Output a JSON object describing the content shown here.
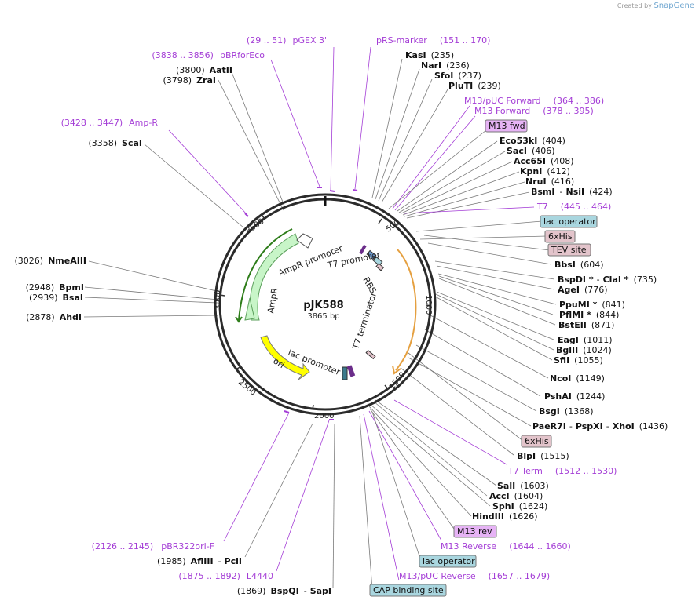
{
  "brand": {
    "prefix": "Created by",
    "name": "SnapGene"
  },
  "plasmid": {
    "name": "pJK588",
    "size": "3865 bp"
  },
  "ticks": [
    "500",
    "1000",
    "1500",
    "2000",
    "2500",
    "3000",
    "3500"
  ],
  "features": {
    "ampr": "AmpR",
    "ampr_promoter": "AmpR promoter",
    "t7_promoter": "T7 promoter",
    "rbs": "RBS",
    "t7_terminator": "T7 terminator",
    "lac_promoter": "lac promoter",
    "ori": "ori"
  },
  "labels": {
    "r1": [
      "KasI",
      "(235)"
    ],
    "r2": [
      "NarI",
      "(236)"
    ],
    "r3": [
      "SfoI",
      "(237)"
    ],
    "r4": [
      "PluTI",
      "(239)"
    ],
    "r5": [
      "Eco53kI",
      "(404)"
    ],
    "r6": [
      "SacI",
      "(406)"
    ],
    "r7": [
      "Acc65I",
      "(408)"
    ],
    "r8": [
      "KpnI",
      "(412)"
    ],
    "r9": [
      "NruI",
      "(416)"
    ],
    "r10": [
      "BsmI",
      "-",
      "NsiI",
      "(424)"
    ],
    "r11": [
      "BbsI",
      "(604)"
    ],
    "r12": [
      "BspDI *",
      "-",
      "ClaI *",
      "(735)"
    ],
    "r13": [
      "AgeI",
      "(776)"
    ],
    "r14": [
      "PpuMI *",
      "(841)"
    ],
    "r15": [
      "PflMI *",
      "(844)"
    ],
    "r16": [
      "BstEII",
      "(871)"
    ],
    "r17": [
      "EagI",
      "(1011)"
    ],
    "r18": [
      "BglII",
      "(1024)"
    ],
    "r19": [
      "SfiI",
      "(1055)"
    ],
    "r20": [
      "NcoI",
      "(1149)"
    ],
    "r21": [
      "PshAI",
      "(1244)"
    ],
    "r22": [
      "BsgI",
      "(1368)"
    ],
    "r23": [
      "PaeR7I",
      "-",
      "PspXI",
      "-",
      "XhoI",
      "(1436)"
    ],
    "r24": [
      "BlpI",
      "(1515)"
    ],
    "r25": [
      "SalI",
      "(1603)"
    ],
    "r26": [
      "AccI",
      "(1604)"
    ],
    "r27": [
      "SphI",
      "(1624)"
    ],
    "r28": [
      "HindIII",
      "(1626)"
    ],
    "r29": [
      "(3800)",
      "AatII"
    ],
    "r30": [
      "(3798)",
      "ZraI"
    ],
    "r31": [
      "(3358)",
      "ScaI"
    ],
    "r32": [
      "(3026)",
      "NmeAIII"
    ],
    "r33": [
      "(2948)",
      "BpmI"
    ],
    "r34": [
      "(2939)",
      "BsaI"
    ],
    "r35": [
      "(2878)",
      "AhdI"
    ],
    "r36": [
      "(1985)",
      "AflIII",
      "-",
      "PciI"
    ],
    "r37": [
      "(1869)",
      "BspQI",
      "-",
      "SapI"
    ],
    "p1": [
      "(29 .. 51)",
      "pGEX 3'"
    ],
    "p2": [
      "pRS-marker",
      "(151 .. 170)"
    ],
    "p3": [
      "(3838 .. 3856)",
      "pBRforEco"
    ],
    "p4": [
      "M13/pUC Forward",
      "(364 .. 386)"
    ],
    "p5": [
      "M13 Forward",
      "(378 .. 395)"
    ],
    "p6": [
      "(3428 .. 3447)",
      "Amp-R"
    ],
    "p7": [
      "T7",
      "(445 .. 464)"
    ],
    "p8": [
      "T7 Term",
      "(1512 .. 1530)"
    ],
    "p9": [
      "M13 Reverse",
      "(1644 .. 1660)"
    ],
    "p10": [
      "(2126 .. 2145)",
      "pBR322ori-F"
    ],
    "p11": [
      "(1875 .. 1892)",
      "L4440"
    ],
    "p12": [
      "M13/pUC Reverse",
      "(1657 .. 1679)"
    ],
    "b1": "M13 fwd",
    "b2": "lac operator",
    "b3": "6xHis",
    "b4": "TEV site",
    "b5": "6xHis",
    "b6": "M13 rev",
    "b7": "lac operator",
    "b8": "CAP binding site"
  },
  "colors": {
    "backbone": "#2b2b2b",
    "primer": "#a43dd6",
    "site_line": "#7a7a7a",
    "ampr_fill": "#c8f5c8",
    "ampr_stroke": "#5a9e5a",
    "ori_fill": "#ffff00",
    "ampr_arc": "#2e7d1a",
    "term_arc": "#e5a040",
    "lac_operator": "#a9d6df",
    "his_tag": "#e3c4cb",
    "m13": "#e6b3f5"
  }
}
